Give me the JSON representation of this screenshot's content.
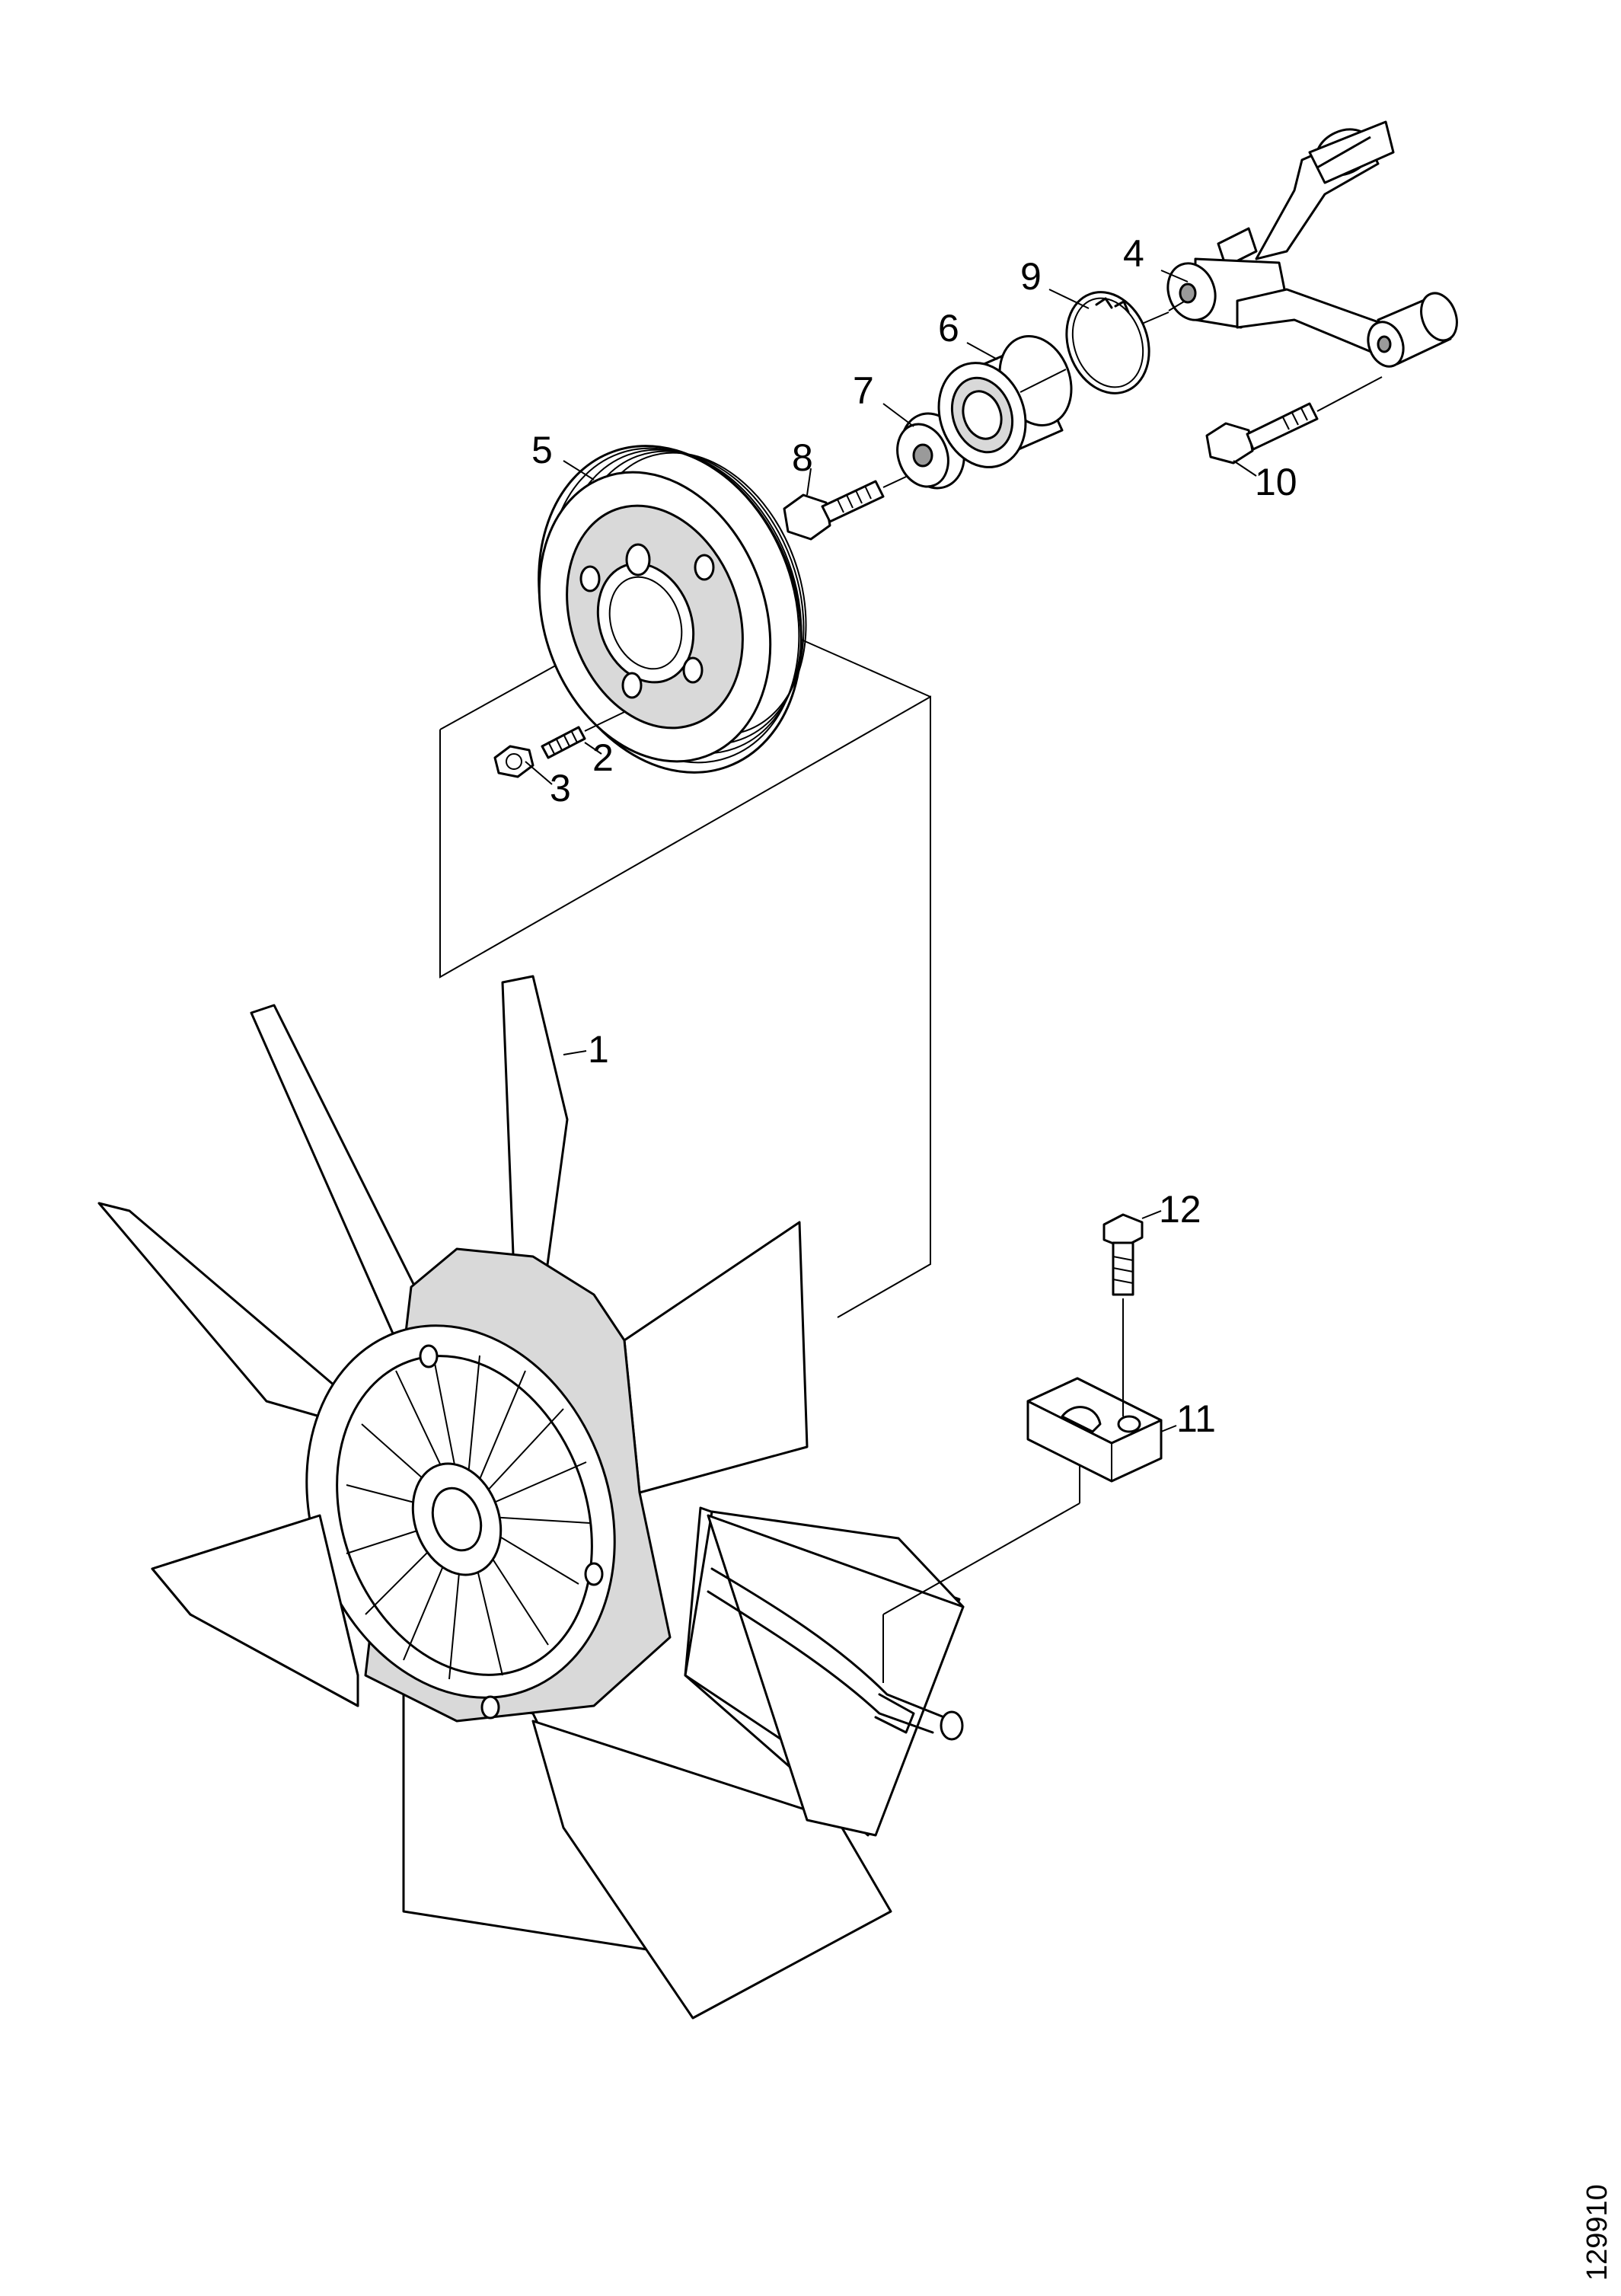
{
  "callouts": [
    "1",
    "2",
    "3",
    "4",
    "5",
    "6",
    "7",
    "8",
    "9",
    "10",
    "11",
    "12"
  ],
  "reference_number": "129910"
}
